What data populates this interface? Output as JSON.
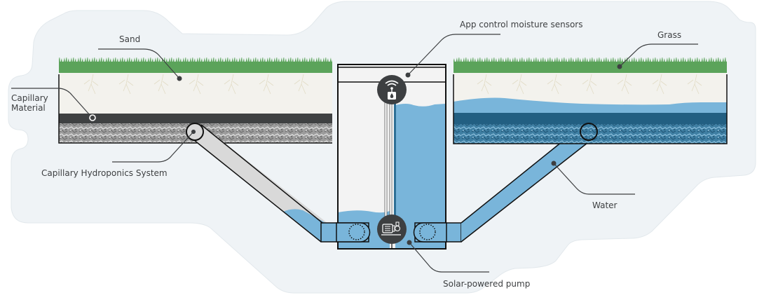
{
  "diagram": {
    "title": "Capillary hydroponics irrigation system",
    "labels": {
      "sand": "Sand",
      "capillary_material": "Capillary Material",
      "capillary_material_line1": "Capillary",
      "capillary_material_line2": "Material",
      "capillary_hydroponics": "Capillary Hydroponics System",
      "sensors": "App control moisture sensors",
      "grass": "Grass",
      "water": "Water",
      "pump": "Solar-powered pump"
    },
    "icons": {
      "sensor": "wifi-moisture-sensor-icon",
      "pump": "pump-motor-icon"
    },
    "colors": {
      "background_panel": "#eff3f6",
      "grass": "#5ba35a",
      "sand": "#f3f2ed",
      "capillary_layer": "#3f4142",
      "gravel": "#a8a8a8",
      "water_light": "#79b5da",
      "water_dark": "#225f82",
      "gravel_wet": "#4a88ab",
      "pipe_dry": "#d9d9d9",
      "icon_circle": "#3d3f41",
      "outline": "#111111",
      "leader_line": "#3d3f41"
    }
  }
}
